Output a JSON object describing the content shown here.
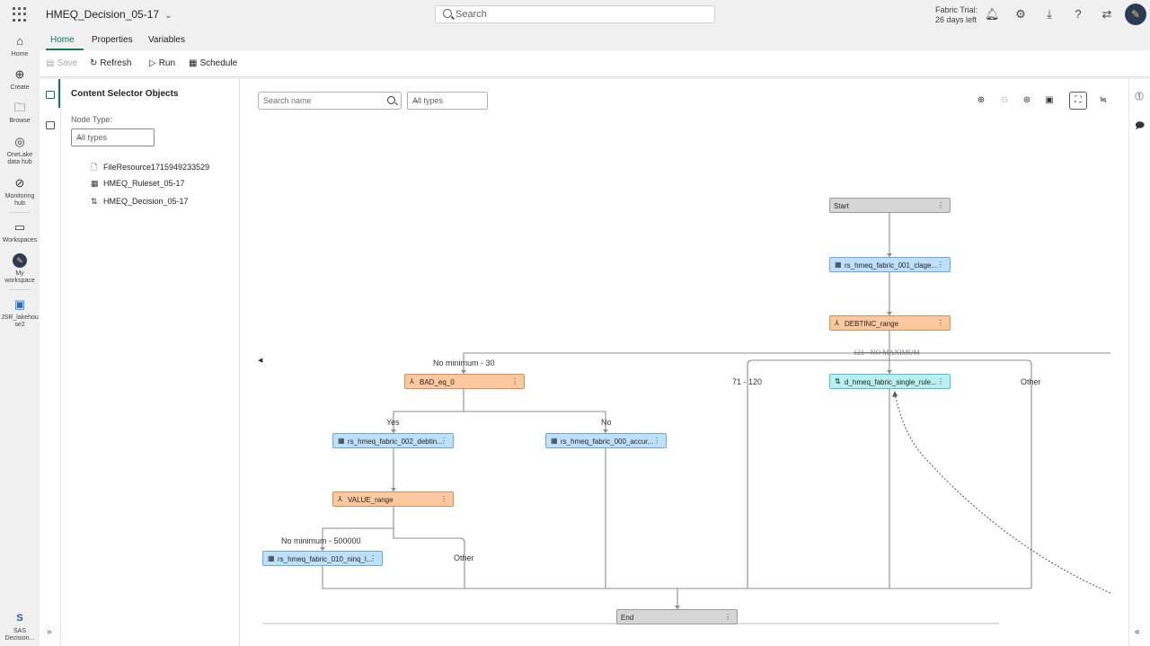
{
  "topbar": {
    "title": "HMEQ_Decision_05-17",
    "search_placeholder": "Search",
    "trial_line1": "Fabric Trial:",
    "trial_line2": "26 days left"
  },
  "nav": {
    "home": "Home",
    "create": "Create",
    "browse": "Browse",
    "onelake_1": "OneLake",
    "onelake_2": "data hub",
    "monitoring_1": "Monitoring",
    "monitoring_2": "hub",
    "workspaces": "Workspaces",
    "my_1": "My",
    "my_2": "workspace",
    "lake_1": "JSR_lakehou",
    "lake_2": "se2",
    "sas_1": "SAS",
    "sas_2": "Decision..."
  },
  "ribbon": {
    "tabs": [
      "Home",
      "Properties",
      "Variables"
    ],
    "save": "Save",
    "refresh": "Refresh",
    "run": "Run",
    "schedule": "Schedule"
  },
  "panel": {
    "title": "Content Selector Objects",
    "node_type_label": "Node Type:",
    "node_type_value": "All types",
    "items": [
      "FileResource1715949233529",
      "HMEQ_Ruleset_05-17",
      "HMEQ_Decision_05-17"
    ]
  },
  "canvas": {
    "search_placeholder": "Search name",
    "type_filter": "All types"
  },
  "flow": {
    "nodes": {
      "start": "Start",
      "rs001": "rs_hmeq_fabric_001_clage...",
      "debtinc": "DEBTINC_range",
      "single": "d_hmeq_fabric_single_rule...",
      "bad": "BAD_eq_0",
      "rs002": "rs_hmeq_fabric_002_debtin...",
      "rs000": "rs_hmeq_fabric_000_accur...",
      "value": "VALUE_range",
      "rs010": "rs_hmeq_fabric_010_ninq_l...",
      "end": "End"
    },
    "edge_labels": {
      "no_min_30": "No minimum - 30",
      "r121": "121 - NO MAXIMUM",
      "r71": "71 - 120",
      "other_top": "Other",
      "yes": "Yes",
      "no": "No",
      "no_min_500000": "No minimum - 500000",
      "other_value": "Other"
    }
  }
}
